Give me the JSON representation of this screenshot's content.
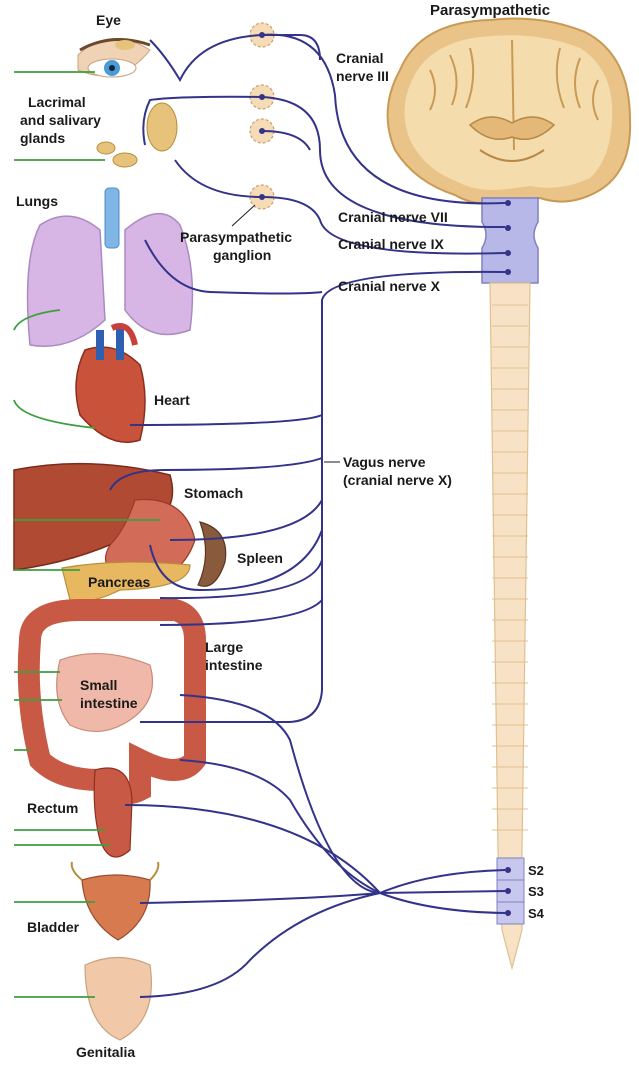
{
  "title": "Parasympathetic",
  "labels": {
    "eye": "Eye",
    "lacrimal_1": "Lacrimal",
    "lacrimal_2": "and salivary",
    "lacrimal_3": "glands",
    "lungs": "Lungs",
    "heart": "Heart",
    "stomach": "Stomach",
    "spleen": "Spleen",
    "pancreas": "Pancreas",
    "large_int_1": "Large",
    "large_int_2": "intestine",
    "small_int_1": "Small",
    "small_int_2": "intestine",
    "rectum": "Rectum",
    "bladder": "Bladder",
    "genitalia": "Genitalia",
    "ganglion_1": "Parasympathetic",
    "ganglion_2": "ganglion",
    "cn3_1": "Cranial",
    "cn3_2": "nerve III",
    "cn7": "Cranial nerve VII",
    "cn9": "Cranial nerve IX",
    "cn10": "Cranial nerve X",
    "vagus_1": "Vagus nerve",
    "vagus_2": "(cranial nerve X)",
    "s2": "S2",
    "s3": "S3",
    "s4": "S4"
  },
  "colors": {
    "nerve": "#33338a",
    "preganglionic_green": "#3f9f3f",
    "brainstem": "#b8b8e8",
    "spinal_cord": "#f7e2c6",
    "brain_gray": "#f3d9a8",
    "organ_red": "#b8402e",
    "lung": "#d7b6e6"
  }
}
